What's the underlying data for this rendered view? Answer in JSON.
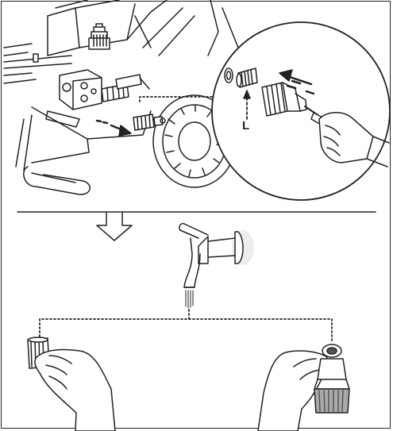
{
  "figure": {
    "callout_label": "L",
    "icons": [
      "pressure-washer-pump",
      "filter-insert",
      "water-tap",
      "hand",
      "down-arrow"
    ]
  }
}
